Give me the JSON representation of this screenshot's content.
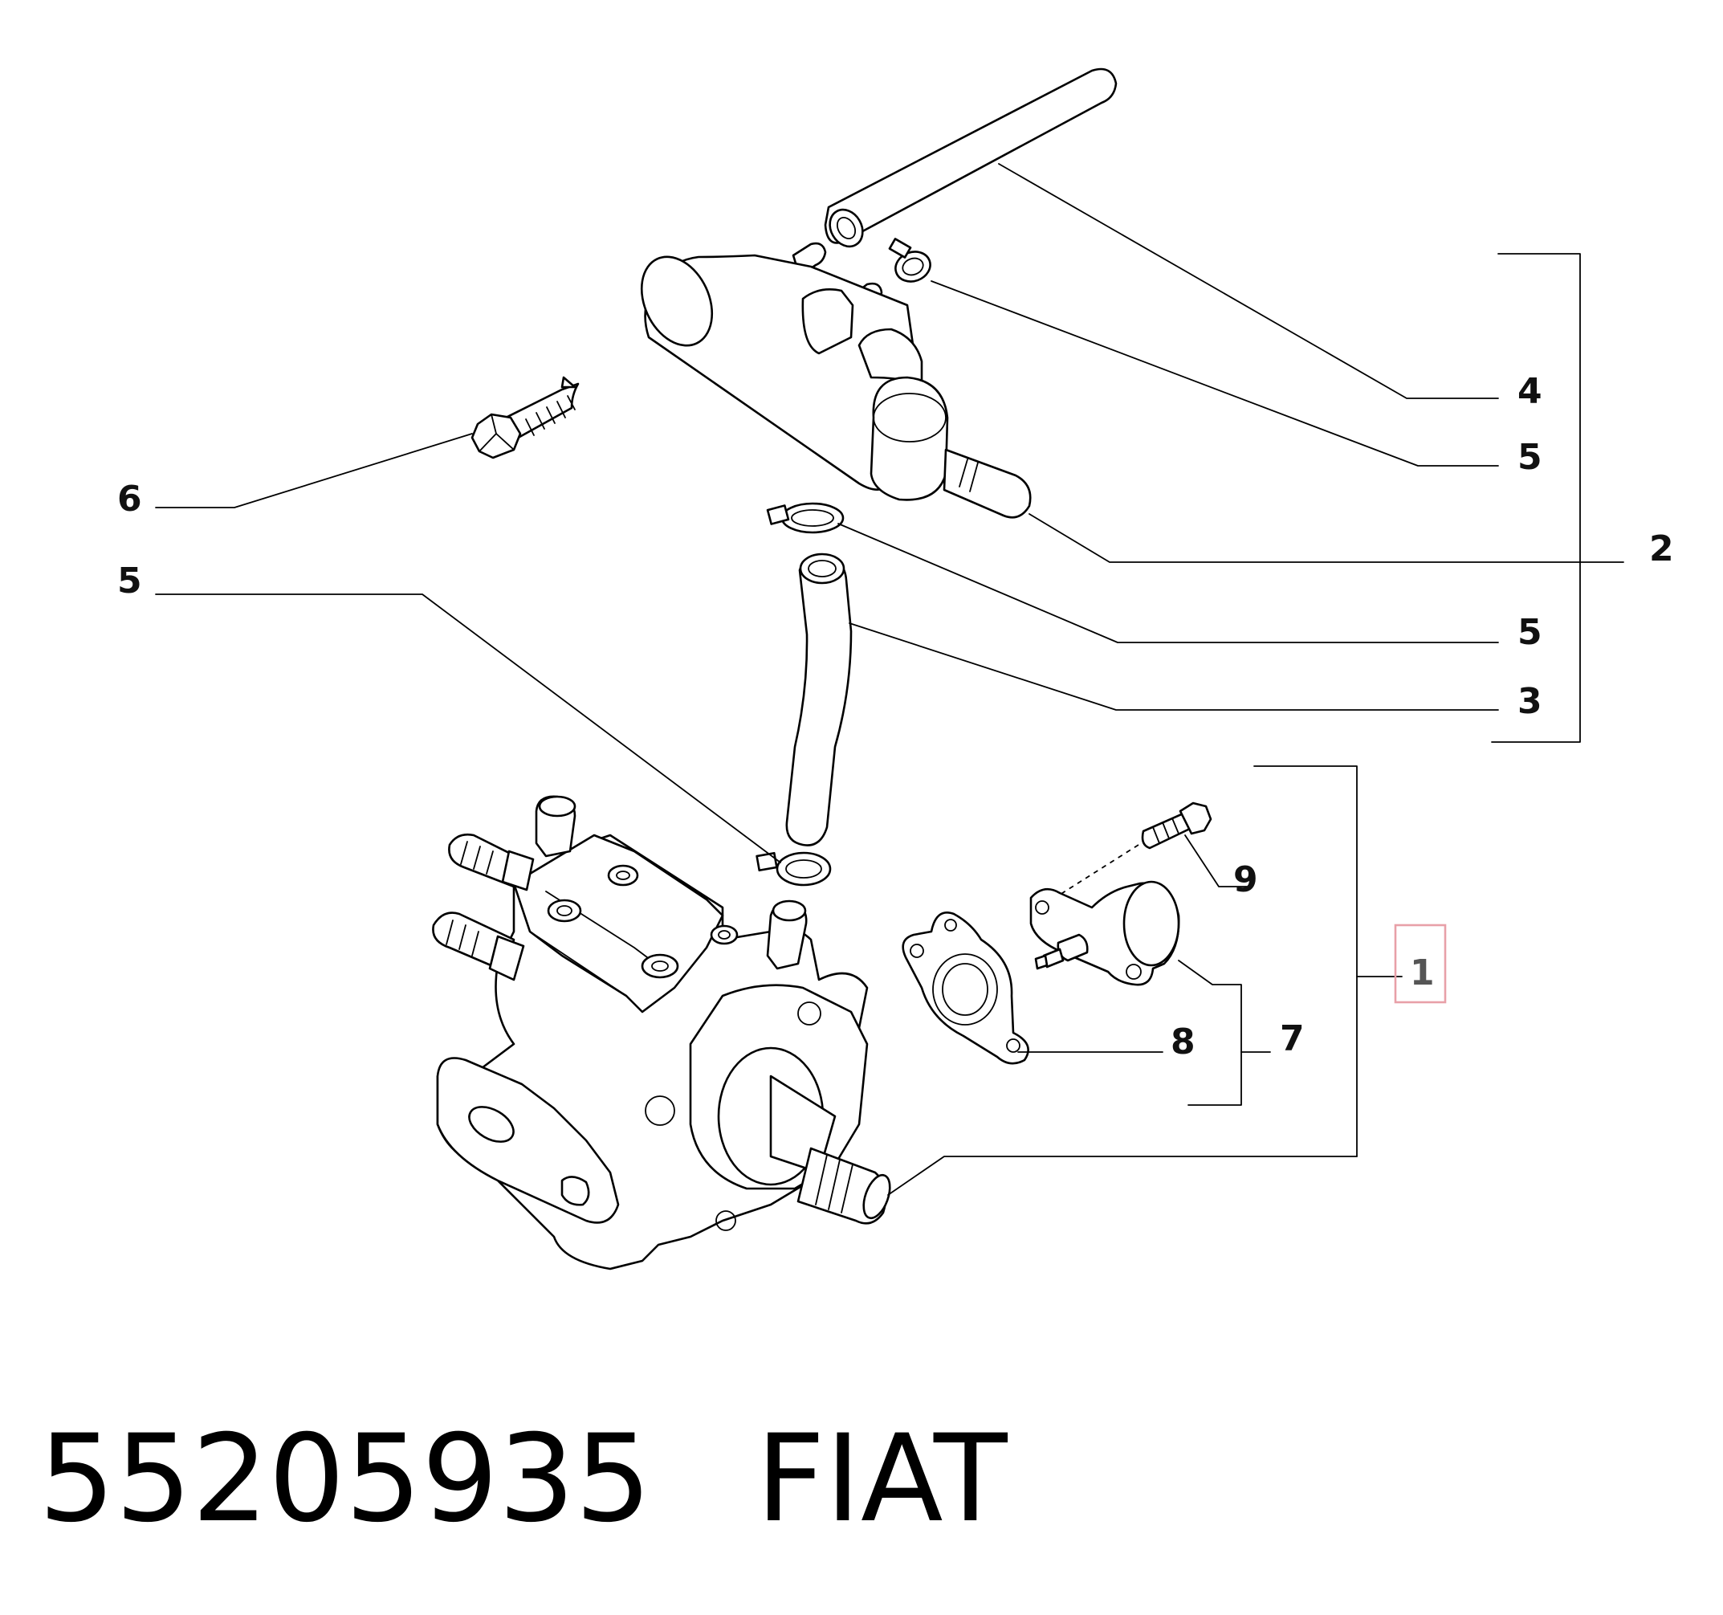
{
  "callouts": {
    "c1": "1",
    "c2": "2",
    "c3": "3",
    "c4": "4",
    "c5a": "5",
    "c5b": "5",
    "c5c": "5",
    "c6": "6",
    "c7": "7",
    "c8": "8",
    "c9": "9"
  },
  "highlight": {
    "callout": "1",
    "color": "#e8a0a8"
  },
  "footer": {
    "part_number": "55205935",
    "brand": "FIAT"
  }
}
